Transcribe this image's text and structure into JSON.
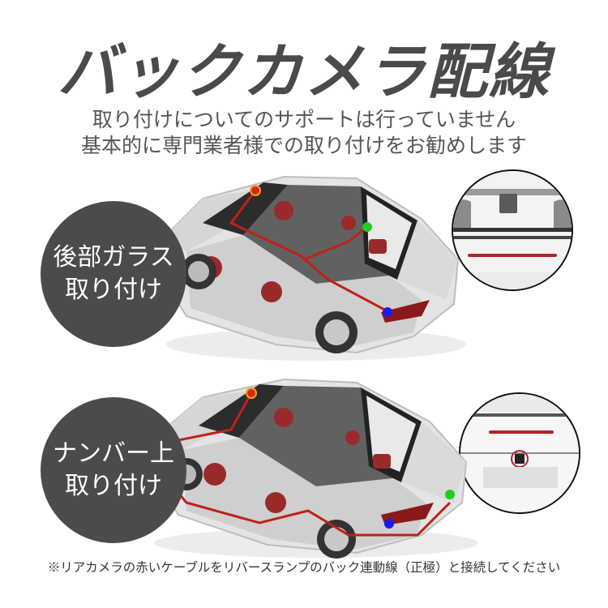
{
  "header": {
    "title": "バックカメラ配線",
    "subtitle_lines": [
      "取り付けについてのサポートは行っていません",
      "基本的に専門業者様での取り付けをお勧めします"
    ]
  },
  "sections": [
    {
      "badge_lines": [
        "後部ガラス",
        "取り付け"
      ],
      "illustration": "car-cutaway-rear-glass-mount",
      "markers": [
        {
          "name": "camera-point",
          "color": "#d42a1e"
        },
        {
          "name": "rear-glass-point",
          "color": "#22cc22"
        },
        {
          "name": "tail-lamp-point",
          "color": "#1a1aee"
        }
      ],
      "detail": "rear-window-camera-closeup"
    },
    {
      "badge_lines": [
        "ナンバー上",
        "取り付け"
      ],
      "illustration": "car-cutaway-license-plate-mount",
      "markers": [
        {
          "name": "camera-point",
          "color": "#d42a1e"
        },
        {
          "name": "license-plate-point",
          "color": "#22cc22"
        },
        {
          "name": "tail-lamp-point",
          "color": "#1a1aee"
        }
      ],
      "detail": "license-plate-camera-closeup"
    }
  ],
  "footer": {
    "note": "※リアカメラの赤いケーブルをリバースランプのバック連動線（正極）と接続してください"
  },
  "colors": {
    "text": "#4a4a4a",
    "badge_bg": "#4b4b4b",
    "cable": "#c0201a",
    "car_body": "#e6e6e6"
  }
}
